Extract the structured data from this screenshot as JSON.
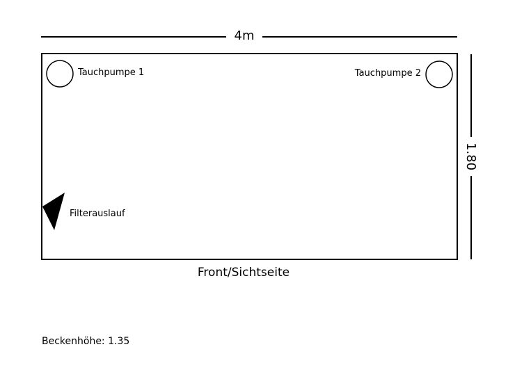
{
  "colors": {
    "line": "#000000",
    "background": "#ffffff",
    "arrow_fill": "#000000"
  },
  "diagram": {
    "width_dimension": "4m",
    "height_dimension": "1.80",
    "pump1_label": "Tauchpumpe 1",
    "pump2_label": "Tauchpumpe 2",
    "filter_label": "Filterauslauf",
    "view_label": "Front/Sichtseite",
    "basin_height_label": "Beckenhöhe: 1.35"
  }
}
